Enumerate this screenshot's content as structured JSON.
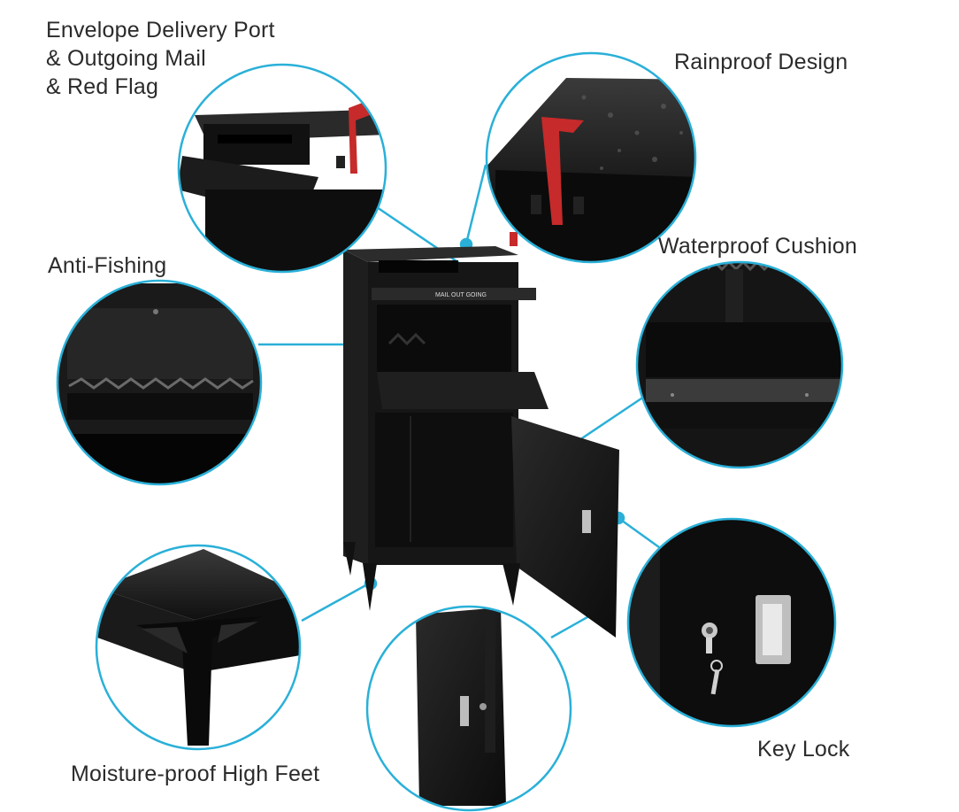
{
  "features": {
    "envelope_port": [
      "Envelope Delivery Port",
      "& Outgoing Mail",
      "& Red Flag"
    ],
    "rainproof": "Rainproof Design",
    "waterproof_cushion": "Waterproof Cushion",
    "anti_fishing": "Anti-Fishing",
    "key_lock": "Key Lock",
    "high_feet": "Moisture-proof High Feet"
  },
  "product": {
    "slot_text": "MAIL OUT GOING"
  },
  "colors": {
    "callout": "#2ab0d8",
    "metal": "#141414",
    "flag": "#c62a2a"
  },
  "icons": [
    "mailbox-cabinet",
    "red-flag",
    "key-icon",
    "handle-icon"
  ]
}
